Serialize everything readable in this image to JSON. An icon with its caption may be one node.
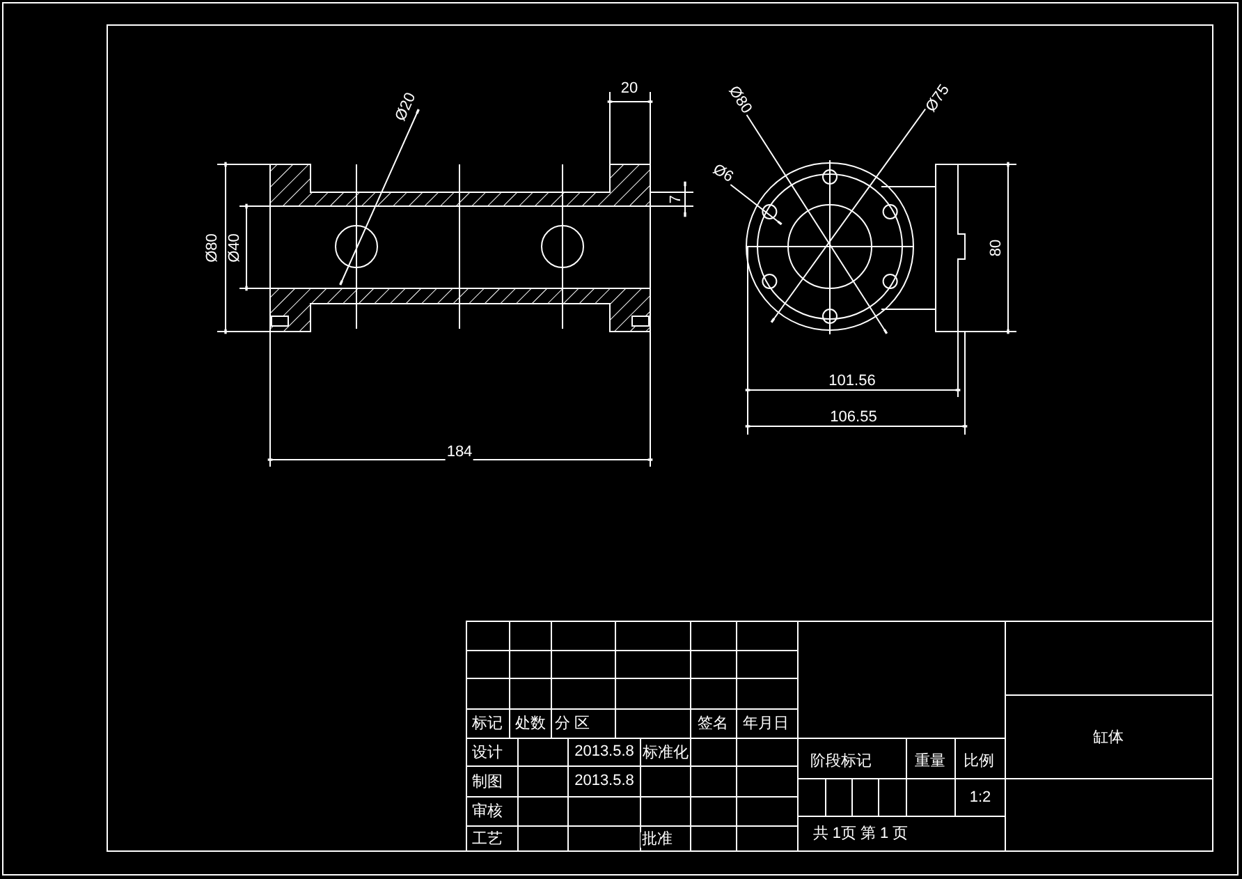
{
  "diagram": {
    "labels": [
      "Ø20",
      "20",
      "Ø80",
      "Ø40",
      "7",
      "184",
      "Ø80",
      "Ø75",
      "Ø6",
      "80",
      "101.56",
      "106.55",
      "标记",
      "处数",
      "分 区",
      "签名",
      "年月日",
      "设计",
      "2013.5.8",
      "标准化",
      "制图",
      "2013.5.8",
      "审核",
      "工艺",
      "批准",
      "阶段标记",
      "重量",
      "比例",
      "1:2",
      "共 1页 第 1 页",
      "缸体"
    ]
  }
}
